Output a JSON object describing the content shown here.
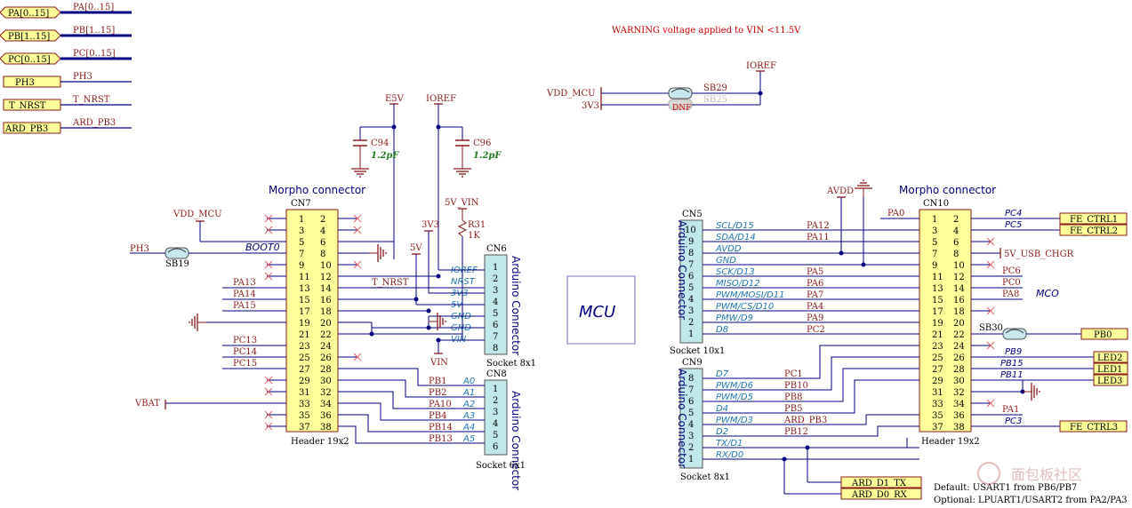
{
  "header_ports": [
    {
      "port": "PA[0..15]",
      "net": "PA[0..15]"
    },
    {
      "port": "PB[1..15]",
      "net": "PB[1..15]"
    },
    {
      "port": "PC[0..15]",
      "net": "PC[0..15]"
    },
    {
      "port": "PH3",
      "net": "PH3"
    },
    {
      "port": "T_NRST",
      "net": "T_NRST"
    },
    {
      "port": "ARD_PB3",
      "net": "ARD_PB3"
    }
  ],
  "warning": "WARNING voltage applied to VIN <11.5V",
  "mcu_box": {
    "label": "MCU"
  },
  "power": {
    "e5v": "E5V",
    "ioref": "IOREF",
    "vdd_mcu": "VDD_MCU",
    "v3v3": "3V3",
    "v5v": "5V",
    "v5v_vin": "5V_VIN",
    "vin": "VIN",
    "vbat": "VBAT",
    "avdd": "AVDD"
  },
  "caps": [
    {
      "ref": "C94",
      "value": "1.2pF"
    },
    {
      "ref": "C96",
      "value": "1.2pF"
    }
  ],
  "resistor": {
    "ref": "R31",
    "value": "1K"
  },
  "bridges": {
    "sb19": "SB19",
    "sb29": "SB29",
    "sb25": "SB25",
    "dnf": "DNF",
    "sb30": "SB30"
  },
  "cn7": {
    "title": "Morpho connector",
    "ref": "CN7",
    "footer": "Header 19x2",
    "pins_left": [
      "1",
      "3",
      "5",
      "7",
      "9",
      "11",
      "13",
      "15",
      "17",
      "19",
      "21",
      "23",
      "25",
      "27",
      "29",
      "31",
      "33",
      "35",
      "37"
    ],
    "pins_right": [
      "2",
      "4",
      "6",
      "8",
      "10",
      "12",
      "14",
      "16",
      "18",
      "20",
      "22",
      "24",
      "26",
      "28",
      "30",
      "32",
      "34",
      "36",
      "38"
    ],
    "nets_left": [
      "PH3",
      "PA13",
      "PA14",
      "PA15",
      "PC13",
      "PC14",
      "PC15"
    ],
    "boot0": "BOOT0",
    "t_nrst": "T_NRST"
  },
  "cn6": {
    "ref": "CN6",
    "side_label": "Arduino Connector",
    "footer": "Socket 8x1",
    "pins": [
      "1",
      "2",
      "3",
      "4",
      "5",
      "6",
      "7",
      "8"
    ],
    "signals": [
      "IOREF",
      "NRST",
      "3V3",
      "5V",
      "GND",
      "GND",
      "VIN"
    ]
  },
  "cn8": {
    "ref": "CN8",
    "side_label": "Arduino Connector",
    "footer": "Socket 6x1",
    "pins": [
      "1",
      "2",
      "3",
      "4",
      "5",
      "6"
    ],
    "nets": [
      "PB1",
      "PB2",
      "PA10",
      "PB4",
      "PB14",
      "PB13"
    ],
    "signals": [
      "A0",
      "A1",
      "A2",
      "A3",
      "A4",
      "A5"
    ]
  },
  "cn5": {
    "ref": "CN5",
    "side_label": "Arduino Connector",
    "footer": "Socket 10x1",
    "pins": [
      "10",
      "9",
      "8",
      "7",
      "6",
      "5",
      "4",
      "3",
      "2",
      "1"
    ],
    "signals": [
      "SCL/D15",
      "SDA/D14",
      "AVDD",
      "GND",
      "SCK/D13",
      "MISO/D12",
      "PWM/MOSI/D11",
      "PWM/CS/D10",
      "PMW/D9",
      "D8"
    ],
    "nets": [
      "PA12",
      "PA11",
      "PA5",
      "PA6",
      "PA7",
      "PA4",
      "PA9",
      "PC2"
    ]
  },
  "cn9": {
    "ref": "CN9",
    "side_label": "Arduino Connector",
    "footer": "Socket 8x1",
    "pins": [
      "8",
      "7",
      "6",
      "5",
      "4",
      "3",
      "2",
      "1"
    ],
    "signals": [
      "D7",
      "PWM/D6",
      "PWM/D5",
      "D4",
      "PWM/D3",
      "D2",
      "TX/D1",
      "RX/D0"
    ],
    "nets": [
      "PC1",
      "PB10",
      "PB8",
      "PB5",
      "ARD_PB3",
      "PB12"
    ]
  },
  "cn10": {
    "title": "Morpho connector",
    "ref": "CN10",
    "footer": "Header 19x2",
    "pins_left": [
      "1",
      "3",
      "5",
      "7",
      "9",
      "11",
      "13",
      "15",
      "17",
      "19",
      "21",
      "23",
      "25",
      "27",
      "29",
      "31",
      "33",
      "35",
      "37"
    ],
    "pins_right": [
      "2",
      "4",
      "6",
      "8",
      "10",
      "12",
      "14",
      "16",
      "18",
      "20",
      "22",
      "24",
      "26",
      "28",
      "30",
      "32",
      "34",
      "36",
      "38"
    ],
    "net_pa0": "PA0",
    "right_nets": [
      "PC4",
      "PC5",
      "5V_USB_CHGR",
      "PC6",
      "PC0",
      "PA8",
      "PB9",
      "PB15",
      "PB11",
      "PA1",
      "PC3"
    ],
    "mco": "MCO",
    "ports_right": [
      "FE_CTRL1",
      "FE_CTRL2",
      "PB0",
      "LED2",
      "LED1",
      "LED3",
      "FE_CTRL3"
    ]
  },
  "uart_ports": [
    "ARD_D1_TX",
    "ARD_D0_RX"
  ],
  "notes": [
    "Default: USART1 from PB6/PB7",
    "Optional: LPUART1/USART2 from PA2/PA3"
  ],
  "watermark": "面包板社区"
}
